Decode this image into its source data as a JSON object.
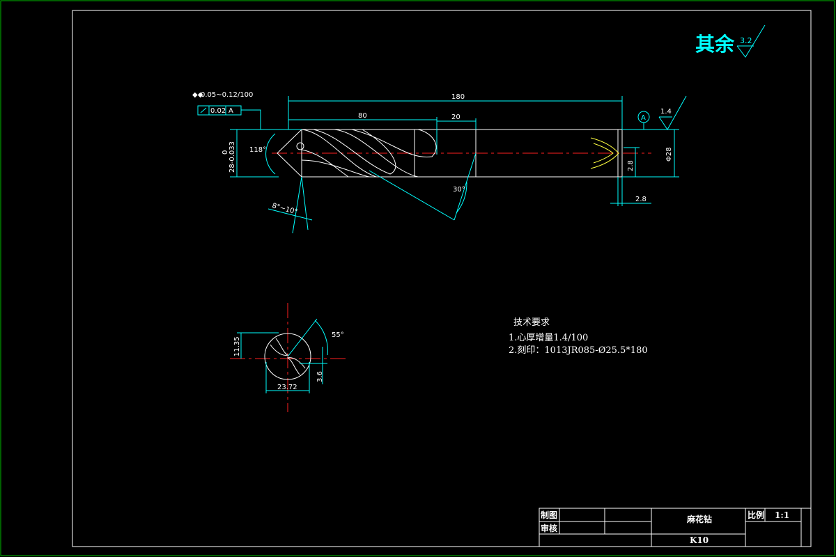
{
  "surface_finish": {
    "label": "其余",
    "value": "3.2"
  },
  "tolerances": {
    "taper": "0.05~0.12/100",
    "runout_value": "0.02",
    "runout_datum": "A",
    "datum_label": "A",
    "shank_roughness": "1.4"
  },
  "dimensions": {
    "total_length": "180",
    "flute_length": "80",
    "neck_length": "20",
    "diameter_tol": "28-0.033",
    "diameter_tol_upper": "0",
    "point_angle": "118°",
    "helix_angle": "30°",
    "clearance_angle": "8°~10°",
    "shank_dia": "Φ28",
    "center_hole_dia": "2.8",
    "center_hole_depth": "2.8",
    "web_offset": "11.35",
    "web_thickness": "3.6",
    "section_width": "23.72",
    "section_angle": "55°"
  },
  "notes": {
    "title": "技术要求",
    "items": [
      "1.心厚增量1.4/100",
      "2.刻印：1013JR085-Ø25.5*180"
    ]
  },
  "title_block": {
    "drawn_label": "制图",
    "checked_label": "审核",
    "part_name": "麻花钻",
    "scale_label": "比例",
    "scale_value": "1:1",
    "material": "K10"
  }
}
